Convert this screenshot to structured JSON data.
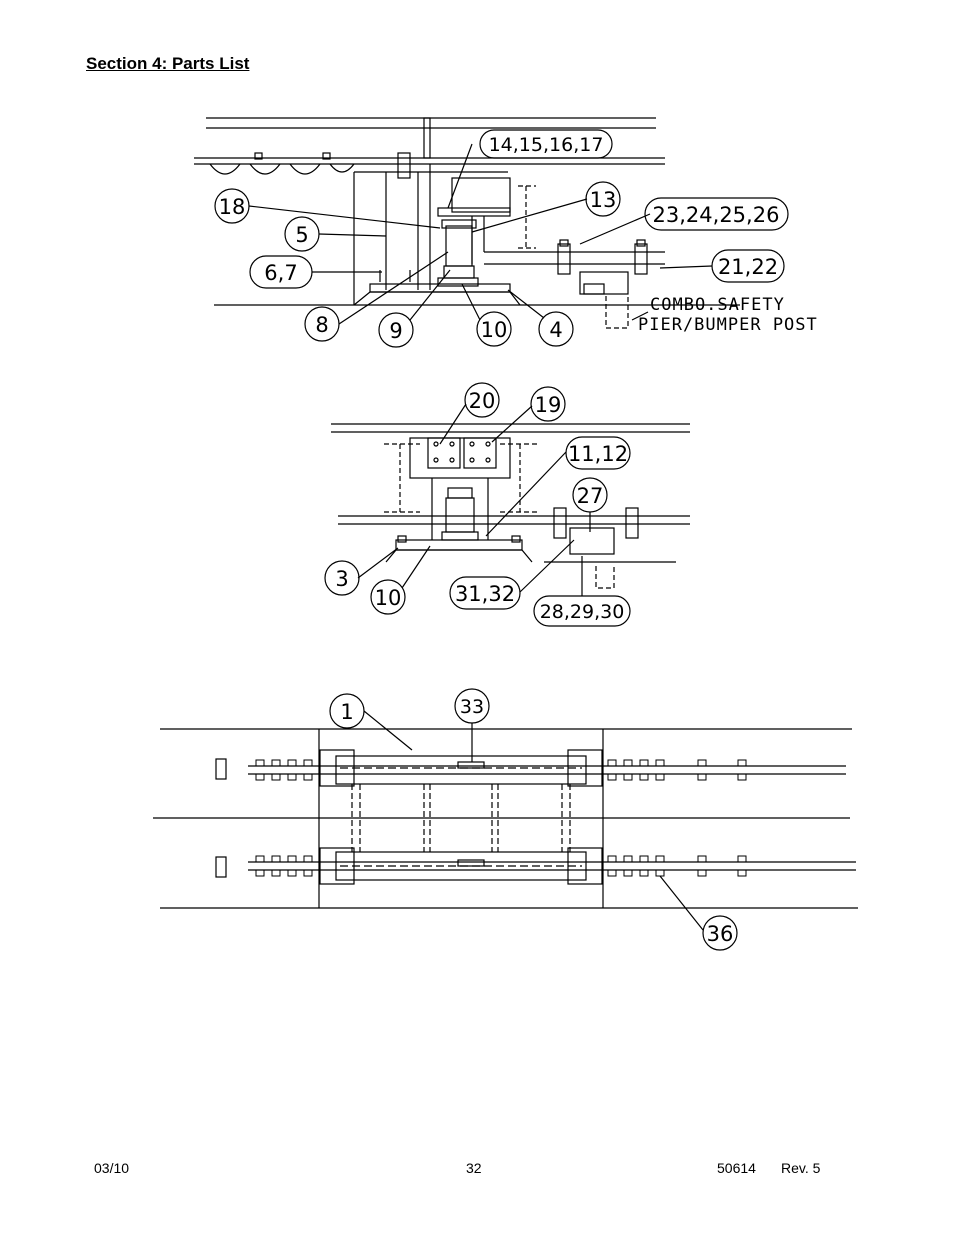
{
  "header": {
    "section_title": "Section 4:  Parts List"
  },
  "diagram1": {
    "callouts": [
      "14,15,16,17",
      "18",
      "13",
      "23,24,25,26",
      "5",
      "21,22",
      "6,7",
      "8",
      "9",
      "10",
      "4"
    ],
    "note_line1": "COMBO.SAFETY",
    "note_line2": "PIER/BUMPER POST"
  },
  "diagram2": {
    "callouts": [
      "20",
      "19",
      "11,12",
      "27",
      "3",
      "10",
      "31,32",
      "28,29,30"
    ]
  },
  "diagram3": {
    "callouts": [
      "1",
      "33",
      "36"
    ]
  },
  "footer": {
    "date": "03/10",
    "page": "32",
    "doc_number": "50614",
    "revision": "Rev. 5"
  }
}
